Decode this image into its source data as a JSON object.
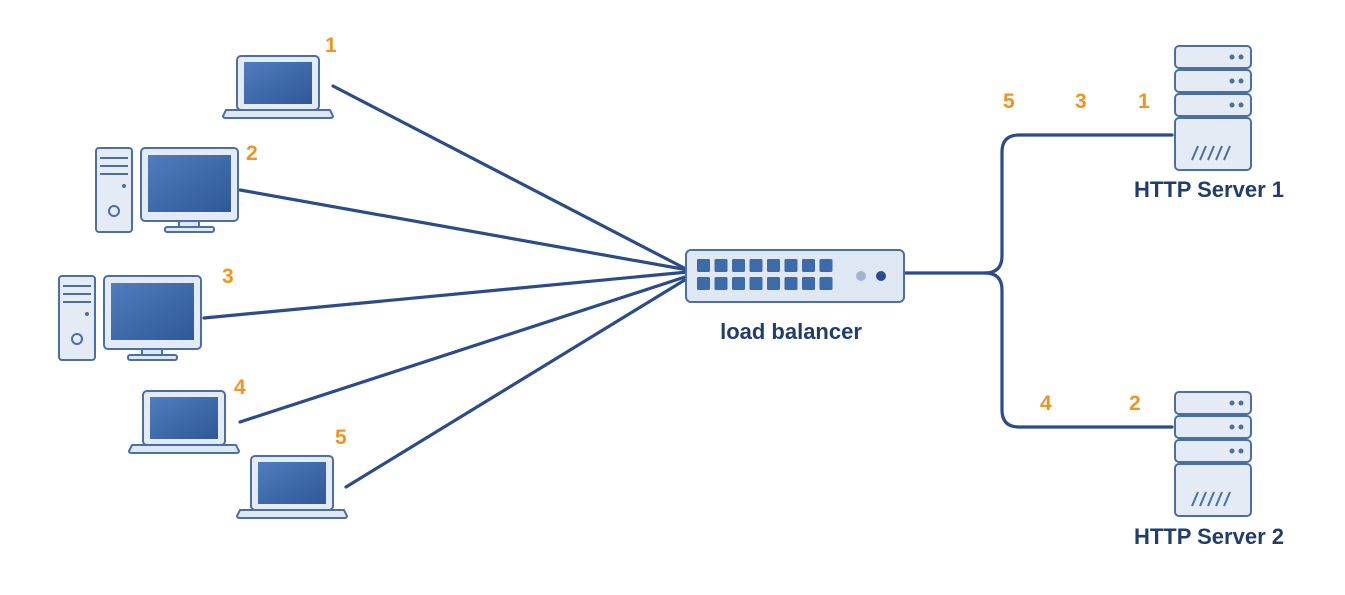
{
  "clients": [
    {
      "type": "laptop",
      "label": "1"
    },
    {
      "type": "desktop",
      "label": "2"
    },
    {
      "type": "desktop",
      "label": "3"
    },
    {
      "type": "laptop",
      "label": "4"
    },
    {
      "type": "laptop",
      "label": "5"
    }
  ],
  "load_balancer": {
    "label": "load balancer"
  },
  "servers": [
    {
      "label": "HTTP Server 1",
      "requests": [
        "5",
        "3",
        "1"
      ]
    },
    {
      "label": "HTTP Server 2",
      "requests": [
        "4",
        "2"
      ]
    }
  ],
  "colors": {
    "line": "#2a4c8a",
    "number": "#f5921e",
    "label": "#1f3e6e",
    "device_fill": "#dfe8f2",
    "screen": "#3d6aa8"
  }
}
